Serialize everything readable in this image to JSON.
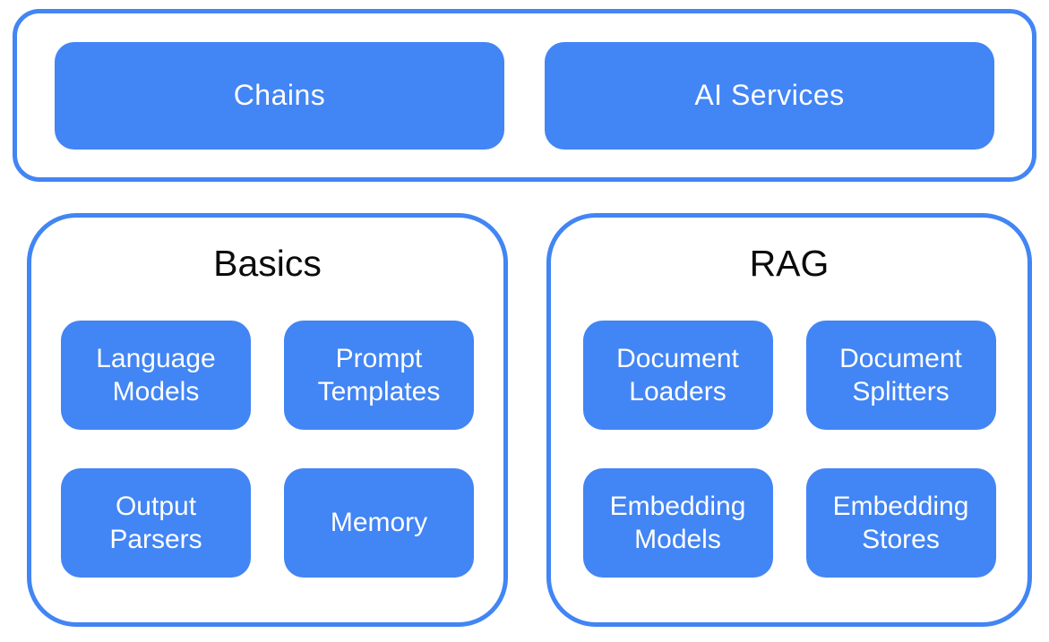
{
  "diagram": {
    "colors": {
      "accent_blue": "#4285F4",
      "node_text": "#FFFFFF",
      "group_title_text": "#000000",
      "background": "#FFFFFF"
    },
    "top_group": {
      "items": [
        {
          "label": "Chains"
        },
        {
          "label": "AI Services"
        }
      ]
    },
    "groups": [
      {
        "title": "Basics",
        "items": [
          {
            "label": "Language Models"
          },
          {
            "label": "Prompt Templates"
          },
          {
            "label": "Output Parsers"
          },
          {
            "label": "Memory"
          }
        ]
      },
      {
        "title": "RAG",
        "items": [
          {
            "label": "Document Loaders"
          },
          {
            "label": "Document Splitters"
          },
          {
            "label": "Embedding Models"
          },
          {
            "label": "Embedding Stores"
          }
        ]
      }
    ]
  }
}
